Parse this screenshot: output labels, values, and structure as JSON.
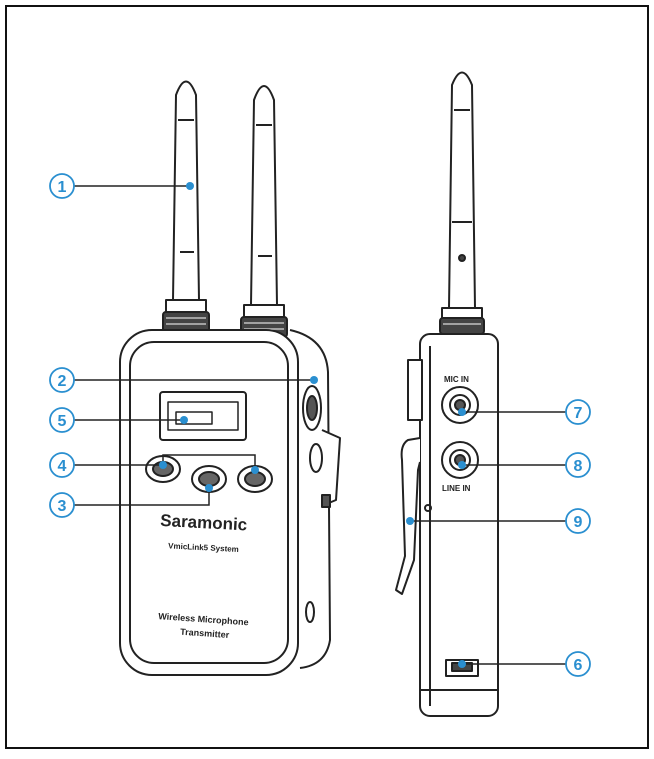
{
  "device": {
    "brand": "Saramonic",
    "model": "VmicLink5 System",
    "product_line1": "Wireless Microphone",
    "product_line2": "Transmitter"
  },
  "ports": {
    "mic_in": "MIC IN",
    "line_in": "LINE IN"
  },
  "callouts": [
    {
      "id": "1",
      "text": "1"
    },
    {
      "id": "2",
      "text": "2"
    },
    {
      "id": "3",
      "text": "3"
    },
    {
      "id": "4",
      "text": "4"
    },
    {
      "id": "5",
      "text": "5"
    },
    {
      "id": "6",
      "text": "6"
    },
    {
      "id": "7",
      "text": "7"
    },
    {
      "id": "8",
      "text": "8"
    },
    {
      "id": "9",
      "text": "9"
    }
  ],
  "colors": {
    "callout": "#2a8fd0",
    "line": "#222222",
    "frame": "#111111"
  }
}
